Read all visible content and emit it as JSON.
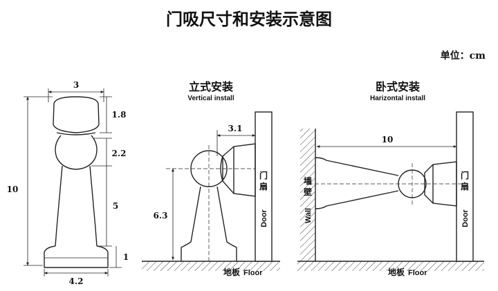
{
  "title": "门吸尺寸和安装示意图",
  "unit": "单位：cm",
  "dimensions": {
    "top_width": "3",
    "cap_height": "1.8",
    "ball_height": "2.2",
    "stem_height": "5",
    "base_height": "1",
    "total_height": "10",
    "base_width": "4.2"
  },
  "vertical": {
    "title": "立式安装",
    "subtitle": "Vertical install",
    "offset": "3.1",
    "height": "6.3",
    "door_cn": "门扇",
    "door_en": "Door",
    "floor_cn": "地板",
    "floor_en": "Floor"
  },
  "horizontal": {
    "title": "卧式安装",
    "subtitle": "Harizontal install",
    "length": "10",
    "wall_cn": "墙壁",
    "wall_en": "Wall",
    "door_cn": "门扇",
    "door_en": "Door",
    "floor_cn": "地板",
    "floor_en": "Floor"
  }
}
